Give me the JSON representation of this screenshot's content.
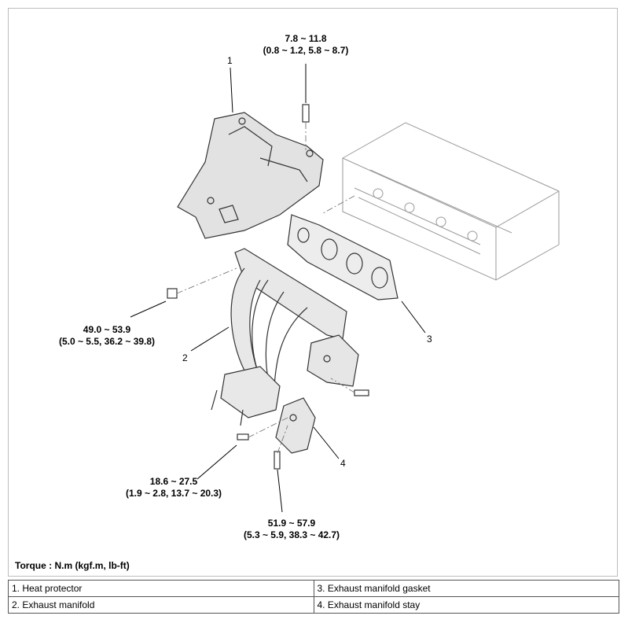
{
  "torques": {
    "heat_protector_bolt": {
      "value": "7.8 ~ 11.8",
      "detail": "(0.8 ~ 1.2, 5.8 ~ 8.7)"
    },
    "manifold_nut": {
      "value": "49.0 ~ 53.9",
      "detail": "(5.0 ~ 5.5, 36.2 ~ 39.8)"
    },
    "stay_bolt_small": {
      "value": "18.6 ~ 27.5",
      "detail": "(1.9 ~ 2.8, 13.7 ~ 20.3)"
    },
    "stay_bolt_large": {
      "value": "51.9 ~ 57.9",
      "detail": "(5.3 ~ 5.9, 38.3 ~ 42.7)"
    }
  },
  "callouts": [
    "1",
    "2",
    "3",
    "4"
  ],
  "torque_unit_label": "Torque : N.m (kgf.m, lb-ft)",
  "legend": [
    [
      "1. Heat protector",
      "3. Exhaust manifold gasket"
    ],
    [
      "2. Exhaust manifold",
      "4. Exhaust manifold stay"
    ]
  ]
}
